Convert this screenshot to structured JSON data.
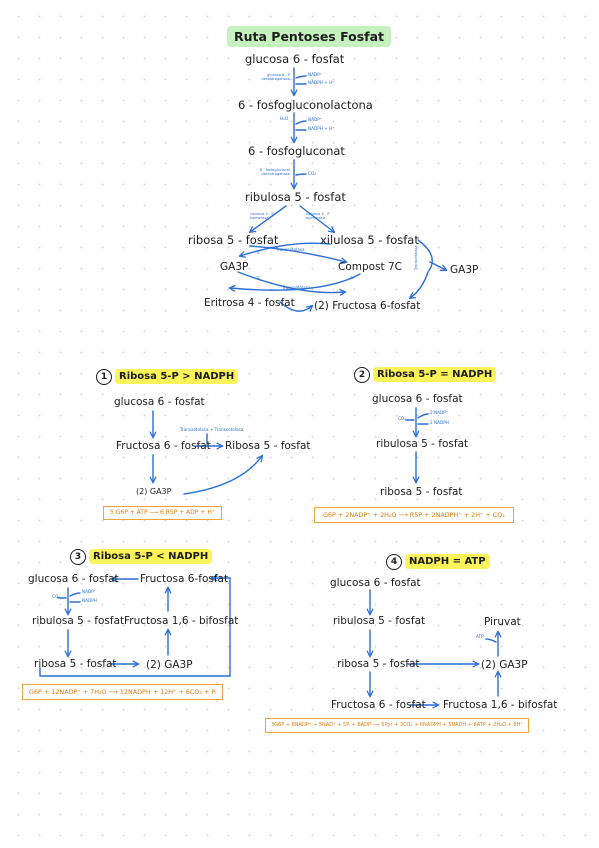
{
  "title": "Ruta Pentoses Fosfat",
  "top": {
    "glucosa6f": "glucosa 6 - fosfat",
    "enzyme1": "glucosa 6 - P deshidrogenasa",
    "cof1a": "NADP⁺",
    "cof1b": "NADPH + H⁺",
    "lactona": "6 - fosfogluconolactona",
    "cof2a": "H₂O",
    "cof2b": "NADP⁺",
    "cof2c": "NADPH + H⁺",
    "gluconat": "6 - fosfogluconat",
    "enzyme3": "6 - fosfogluconat deshidrogenasa",
    "co2": "CO₂",
    "ribulosa": "ribulosa 5 - fosfat",
    "isomerasa": "ribulosa 5 - P isomerasa",
    "epimerasa": "ribulosa 5 - P epimerasa",
    "ribosa": "ribosa 5 - fosfat",
    "xilulosa": "xilulosa 5 - fosfat",
    "transcetolasa1": "Transcetolasa",
    "ga3p": "GA3P",
    "compost7c": "Compost 7C",
    "transaldolasa": "Transaldolasa",
    "eritrosa": "Eritrosa 4 - fosfat",
    "fructosa6f": "(2) Fructosa 6-fosfat",
    "transcetolasa2": "Transcetolasa",
    "ga3p_right": "GA3P",
    "tc1": "TC",
    "tc2": "TC",
    "tc3": "TA"
  },
  "case1": {
    "number": "1",
    "heading": "Ribosa 5-P > NADPH",
    "glucosa": "glucosa 6 - fosfat",
    "fructosa": "Fructosa 6 - fosfat",
    "enzymes": "Transaldolasa + Transcetolasa",
    "ribosa": "Ribosa 5 - fosfat",
    "ga3p": "(2) GA3P",
    "equation": "5 G6P + ATP ⟶ 6 R5P + ADP + H⁺"
  },
  "case2": {
    "number": "2",
    "heading": "Ribosa 5-P = NADPH",
    "glucosa": "glucosa 6 - fosfat",
    "co2": "CO₂",
    "nadp": "2 NADP⁺",
    "nadph": "2 NADPH",
    "ribulosa": "ribulosa 5 - fosfat",
    "ribosa": "ribosa 5 - fosfat",
    "equation": "G6P + 2NADP⁺ + 2H₂O ⟶ R5P + 2NADPH⁺ + 2H⁺ + CO₂"
  },
  "case3": {
    "number": "3",
    "heading": "Ribosa 5-P < NADPH",
    "glucosa": "glucosa 6 - fosfat",
    "fructosa6f": "Fructosa 6-fosfat",
    "co2": "CO₂",
    "nadp": "NADP⁺",
    "nadph": "NADPH",
    "ribulosa": "ribulosa 5 - fosfat",
    "bifosfat": "Fructosa 1,6 - bifosfat",
    "ribosa": "ribosa 5 - fosfat",
    "ga3p": "(2) GA3P",
    "equation": "G6P + 12NADP⁺ + 7H₂O ⟶ 12NADPH + 12H⁺ + 6CO₂ + Pᵢ"
  },
  "case4": {
    "number": "4",
    "heading": "NADPH = ATP",
    "glucosa": "glucosa 6 - fosfat",
    "ribulosa": "ribulosa 5 - fosfat",
    "piruvat": "Piruvat",
    "atp": "ATP",
    "ribosa": "ribosa 5 - fosfat",
    "ga3p": "(2) GA3P",
    "fructosa6f": "Fructosa 6 - fosfat",
    "bifosfat": "Fructosa 1,6 - bifosfat",
    "equation": "3G6P + 6NADP⁺ + 5NAD⁺ + 5Pᵢ + 8ADP ⟶ 5Pyr + 3CO₂ + 6NADPH + 5NADH + 8ATP + 2H₂O + 8H⁺"
  }
}
